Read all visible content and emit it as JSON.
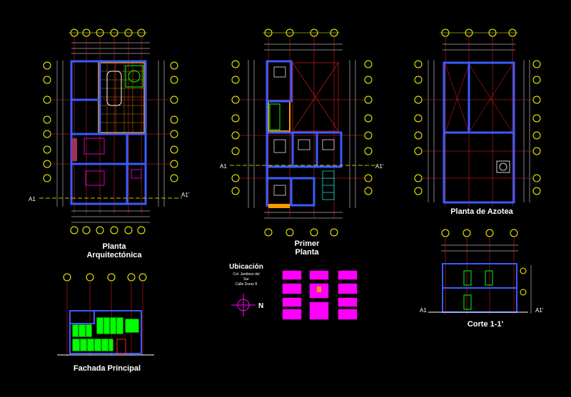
{
  "titles": {
    "planta_arquitectonica_1": "Planta",
    "planta_arquitectonica_2": "Arquitectónica",
    "primer_planta_1": "Primer",
    "primer_planta_2": "Planta",
    "planta_azotea": "Planta  de Azotea",
    "fachada_principal": "Fachada Principal",
    "corte": "Corte 1-1'",
    "ubicacion": "Ubicación"
  },
  "ubicacion": {
    "line1": "Col. Jardines del",
    "line2": "Sur",
    "line3": "Calle Duraz 8",
    "north": "N"
  },
  "section_marks": {
    "a1": "A1",
    "a1p": "A1'"
  },
  "colors": {
    "background": "#000000",
    "wall": "#3a5cff",
    "grid": "#ff2020",
    "axis": "#ffff00",
    "dimension": "#ffffff",
    "green": "#00ff00",
    "magenta": "#ff00ff",
    "orange": "#ff9900",
    "cyan": "#00ffff"
  }
}
